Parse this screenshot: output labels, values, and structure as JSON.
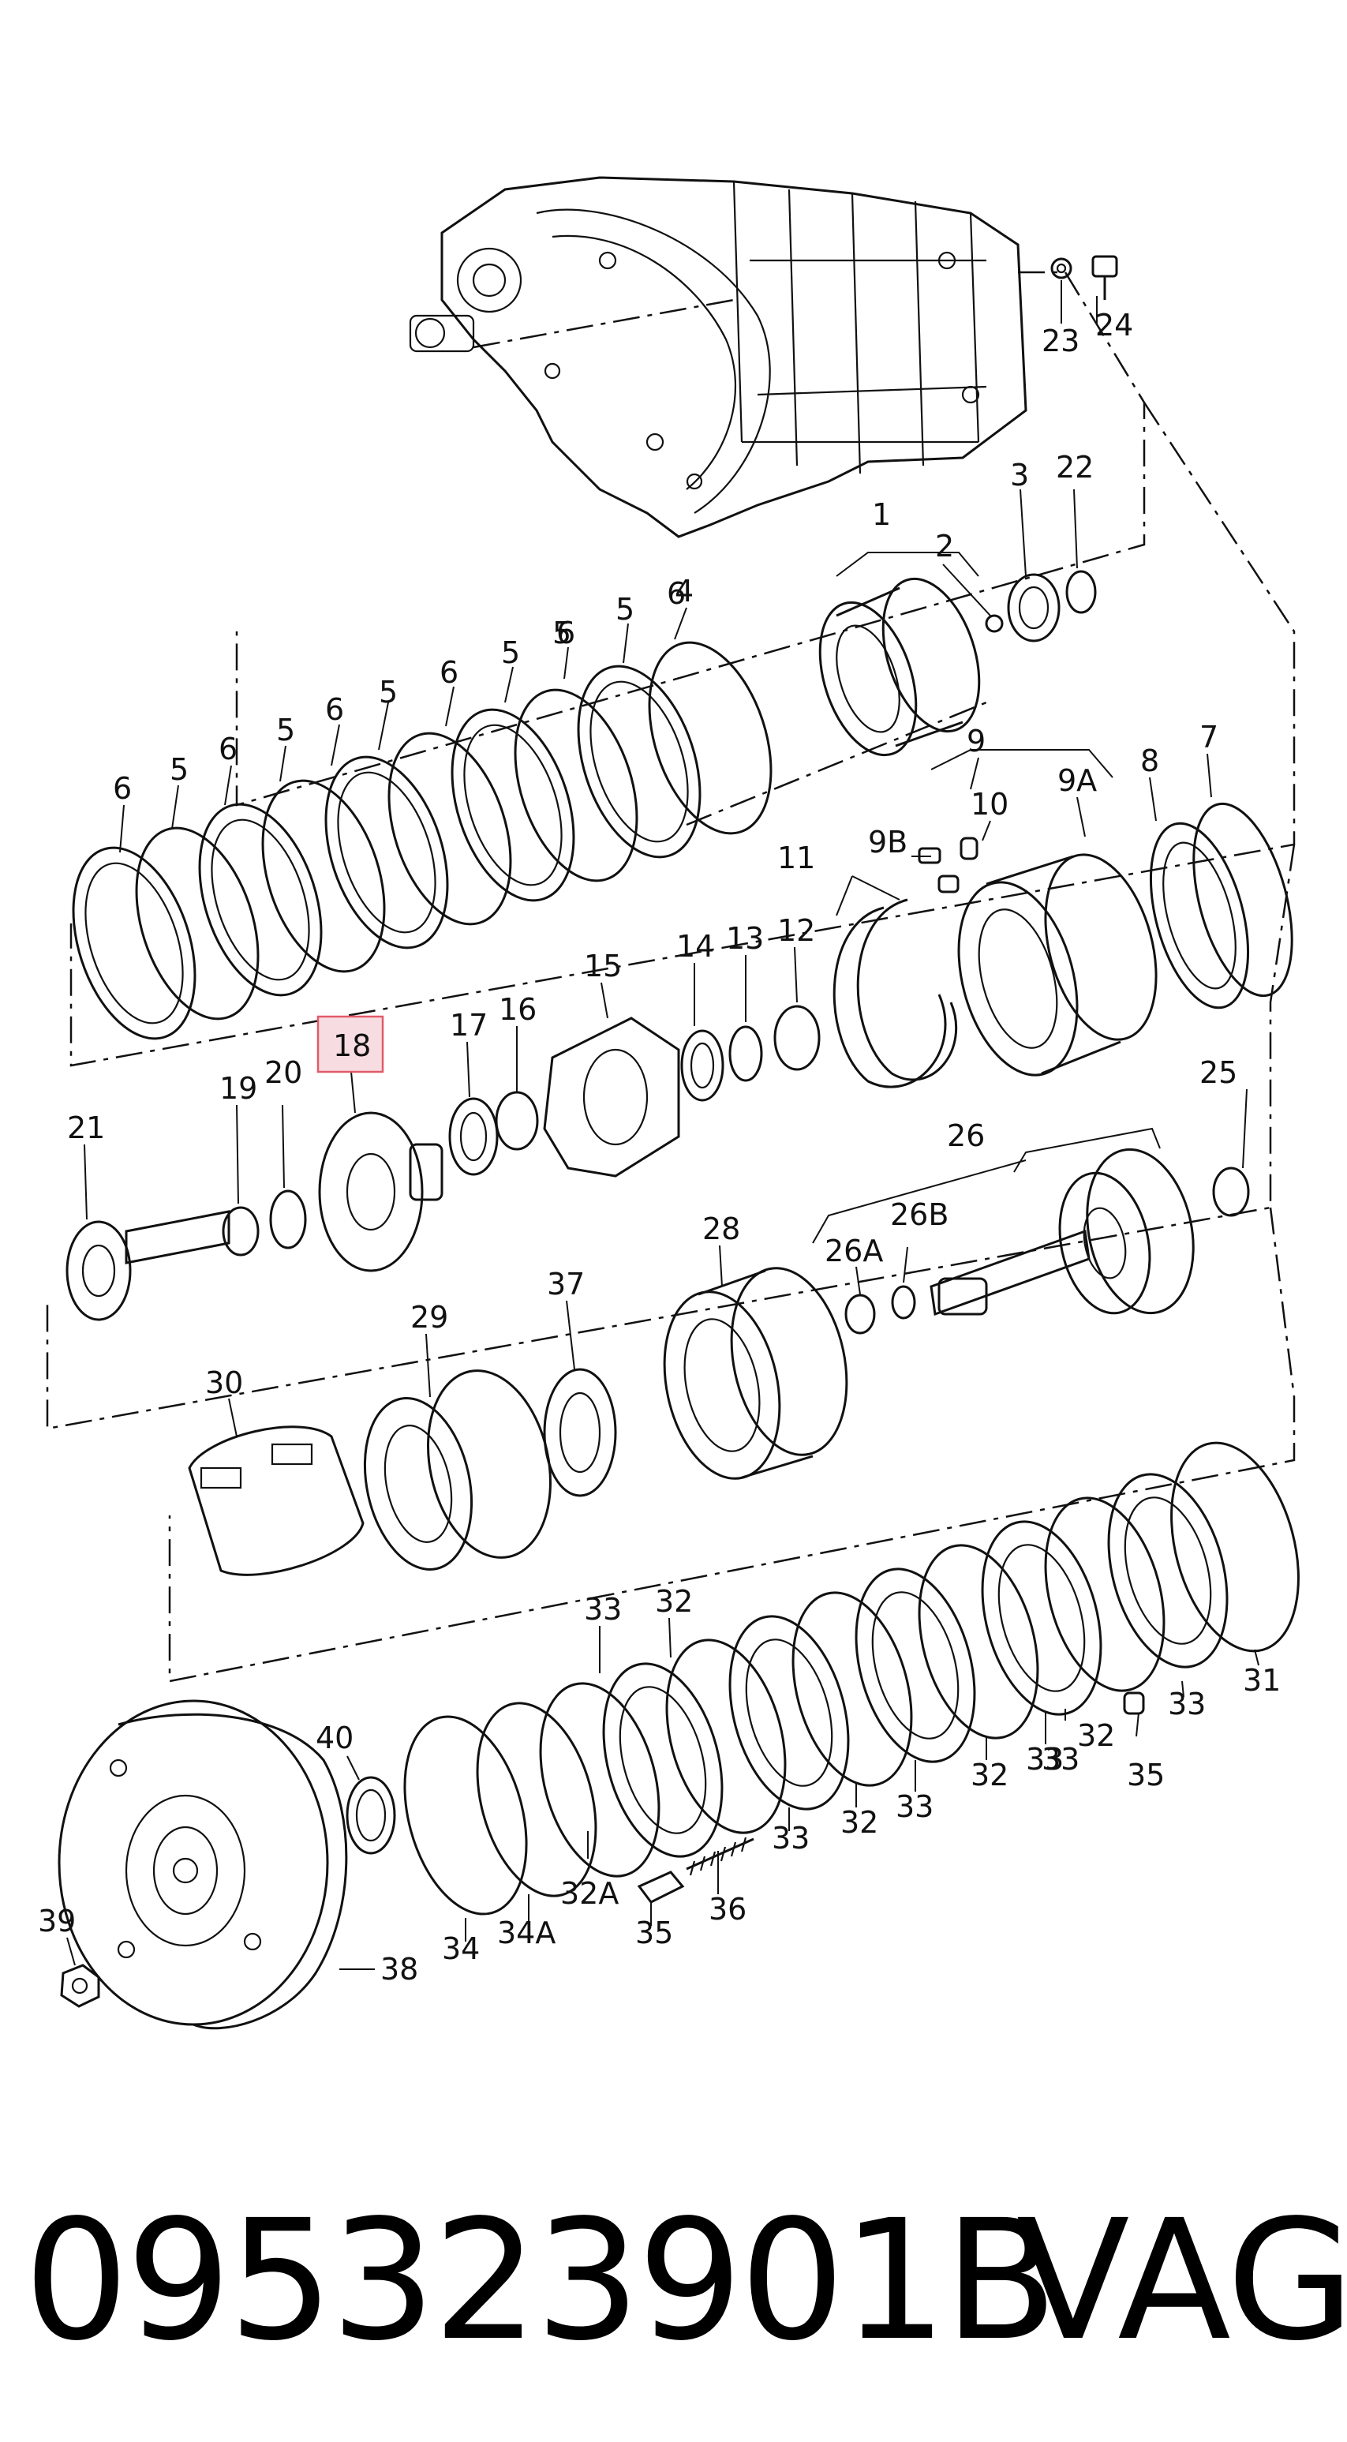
{
  "diagram": {
    "labels": [
      "1",
      "2",
      "3",
      "4",
      "5",
      "5",
      "5",
      "5",
      "5",
      "5",
      "6",
      "6",
      "6",
      "6",
      "6",
      "6",
      "7",
      "8",
      "9",
      "9A",
      "9B",
      "10",
      "11",
      "12",
      "13",
      "14",
      "15",
      "16",
      "17",
      "18",
      "19",
      "20",
      "21",
      "22",
      "23",
      "24",
      "25",
      "26",
      "26A",
      "26B",
      "28",
      "29",
      "30",
      "31",
      "32",
      "32",
      "32",
      "32",
      "32A",
      "33",
      "33",
      "33",
      "33",
      "33",
      "33",
      "34",
      "34A",
      "35",
      "35",
      "36",
      "37",
      "38",
      "39",
      "40"
    ],
    "highlighted_label": "18",
    "highlight_color": "#e05a6a"
  },
  "footer": {
    "part_number": "095323901B",
    "brand": "VAG"
  }
}
